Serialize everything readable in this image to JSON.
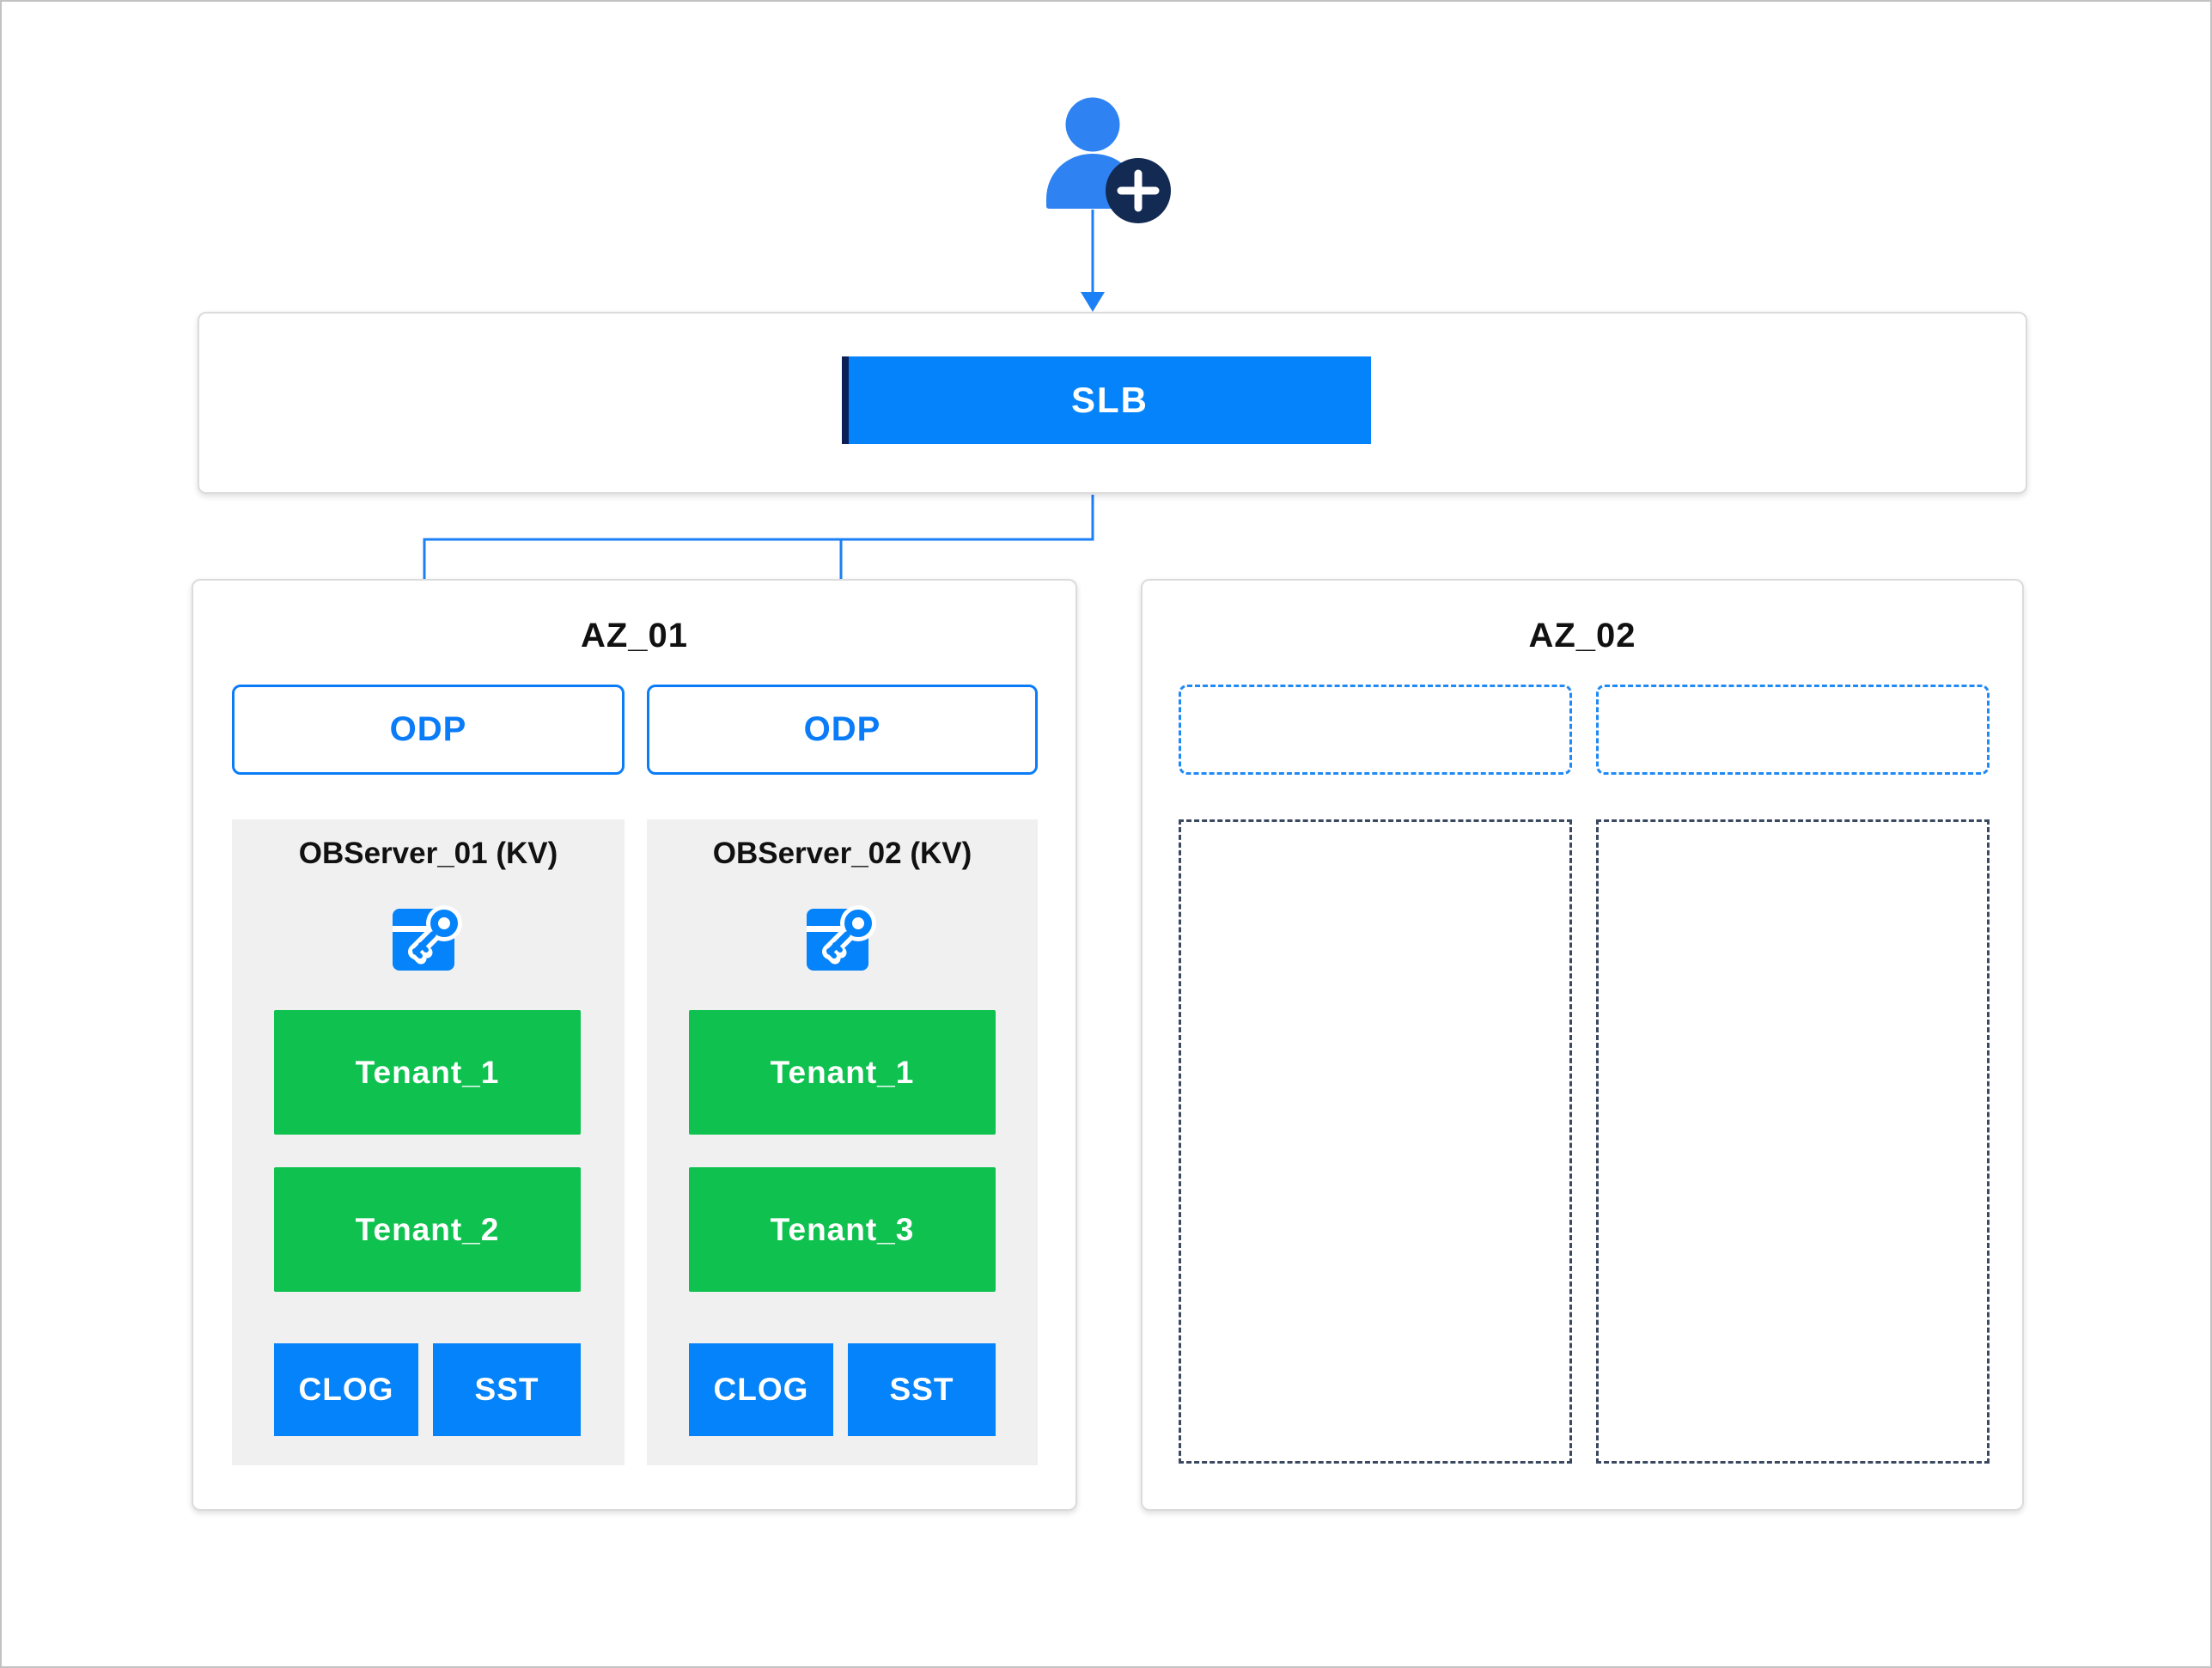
{
  "colors": {
    "accent_blue": "#0583FA",
    "line_blue": "#1B80F5",
    "person_blue": "#2E82F2",
    "badge_navy": "#132A52",
    "slb_strip_navy": "#0C1E56",
    "odp_blue": "#0B7CF8",
    "tenant_green": "#0FC24F",
    "dashed_blue": "#1F8AF6",
    "dashed_slate": "#3A4860",
    "panel_gray": "#F0F0F1",
    "border_gray": "#DBDBDB",
    "frame_gray": "#C2C2C2",
    "text_dark": "#111111"
  },
  "user_node": {
    "icon": "user-plus-icon"
  },
  "slb": {
    "label": "SLB"
  },
  "az01": {
    "title": "AZ_01",
    "odp": [
      {
        "label": "ODP"
      },
      {
        "label": "ODP"
      }
    ],
    "servers": [
      {
        "title": "OBServer_01 (KV)",
        "icon": "kv-key-icon",
        "tenants": [
          "Tenant_1",
          "Tenant_2"
        ],
        "storage": [
          "CLOG",
          "SST"
        ]
      },
      {
        "title": "OBServer_02 (KV)",
        "icon": "kv-key-icon",
        "tenants": [
          "Tenant_1",
          "Tenant_3"
        ],
        "storage": [
          "CLOG",
          "SST"
        ]
      }
    ]
  },
  "az02": {
    "title": "AZ_02",
    "placeholder_odp_slots": 2,
    "placeholder_server_slots": 2
  }
}
